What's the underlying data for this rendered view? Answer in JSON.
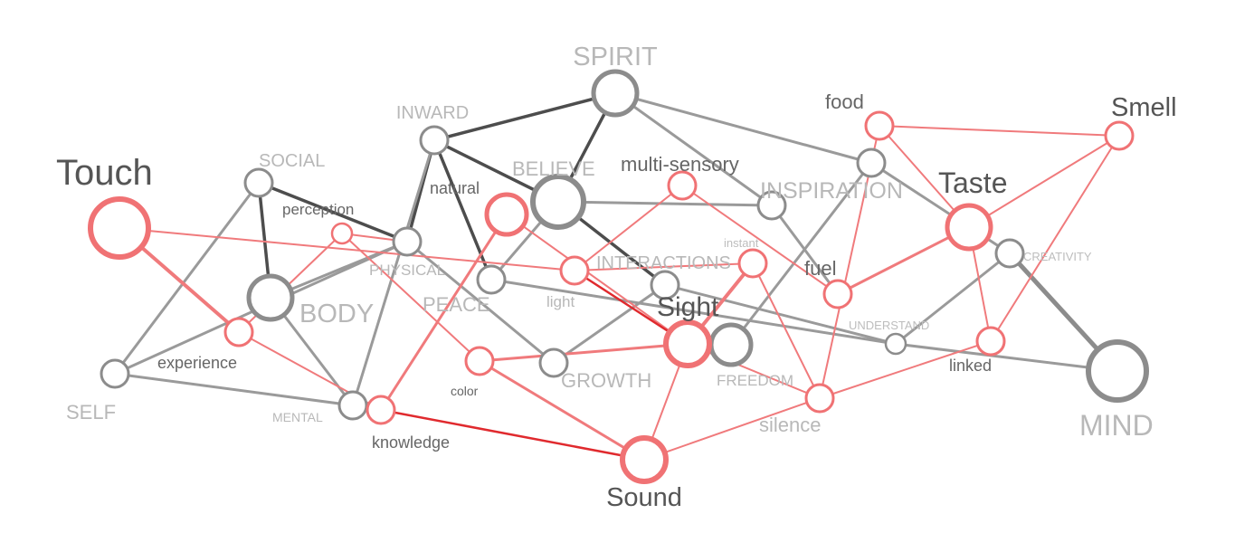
{
  "colors": {
    "dark_edge": "#4d4d4d",
    "gray_edge": "#9a9a9a",
    "light_gray_edge": "#b5b5b5",
    "red_edge": "#f07a7c",
    "deep_red_edge": "#e02a2e",
    "gray_node": "#8c8c8c",
    "red_node": "#f07274"
  },
  "labels": {
    "spirit": "SPIRIT",
    "inward": "INWARD",
    "social": "SOCIAL",
    "believe": "BELIEVE",
    "natural": "natural",
    "multi_sensory": "multi-sensory",
    "inspiration": "INSPIRATION",
    "food": "food",
    "smell": "Smell",
    "taste": "Taste",
    "touch": "Touch",
    "perception": "perception",
    "physical": "PHYSICAL",
    "instant": "instant",
    "interactions": "INTERACTIONS",
    "fuel": "fuel",
    "creativity": "CREATIVITY",
    "body": "BODY",
    "peace": "PEACE",
    "light": "light",
    "sight": "Sight",
    "understand": "UNDERSTAND",
    "experience": "experience",
    "linked": "linked",
    "self": "SELF",
    "color": "color",
    "growth": "GROWTH",
    "freedom": "FREEDOM",
    "mental": "MENTAL",
    "silence": "silence",
    "mind": "MIND",
    "knowledge": "knowledge",
    "sound": "Sound"
  }
}
